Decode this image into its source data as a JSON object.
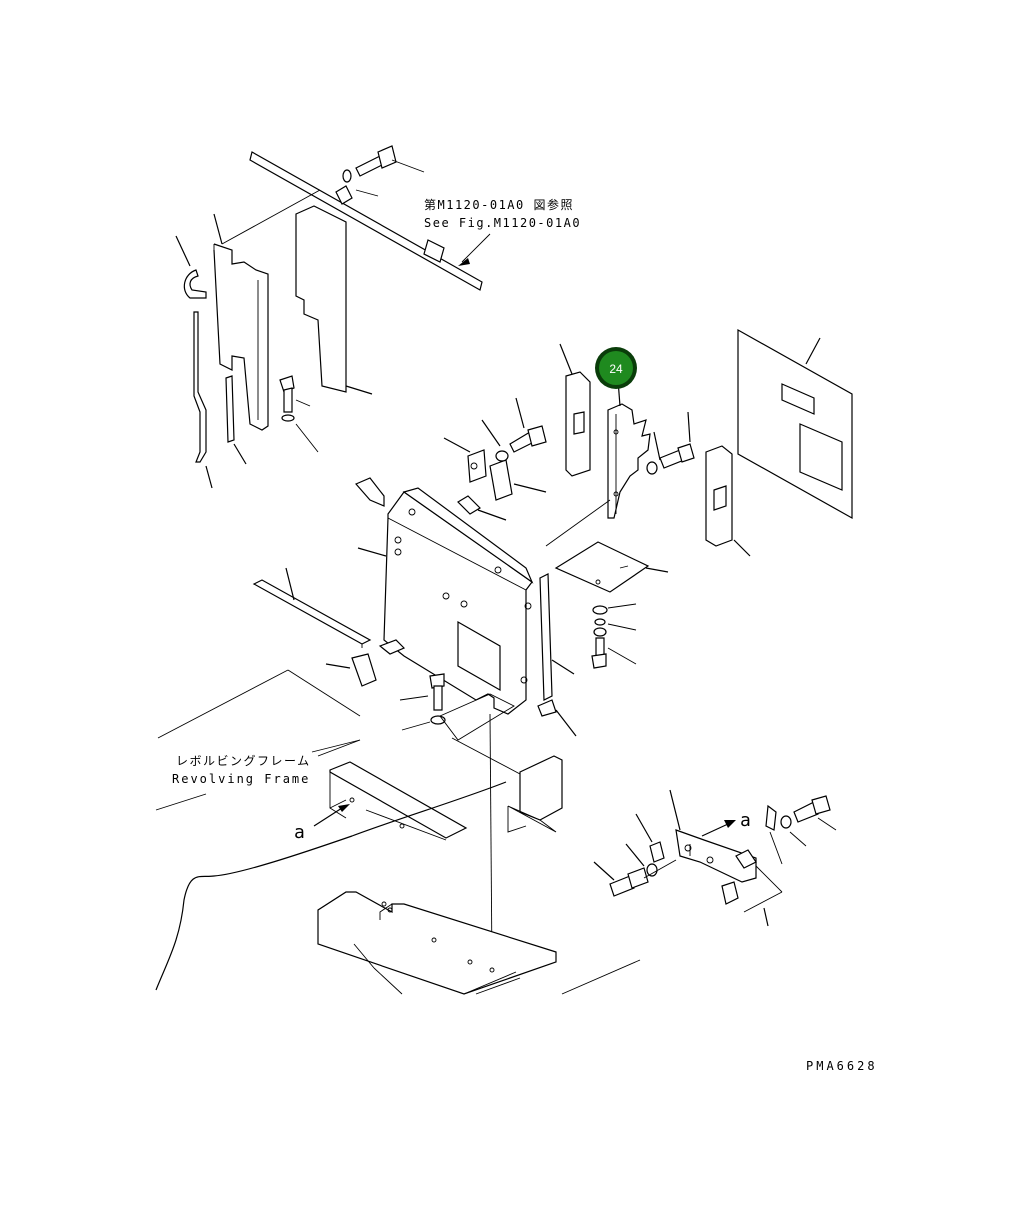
{
  "annotations": {
    "ref_fig_jp": "第M1120-01A0 図参照",
    "ref_fig_en": "See Fig.M1120-01A0",
    "frame_jp": "レボルビングフレーム",
    "frame_en": "Revolving Frame",
    "marker_left": "a",
    "marker_right": "a"
  },
  "callout": {
    "number": "24",
    "color": "#1f8a1f",
    "ring_color": "#0a3d0a"
  },
  "drawing_code": "PMA6628"
}
